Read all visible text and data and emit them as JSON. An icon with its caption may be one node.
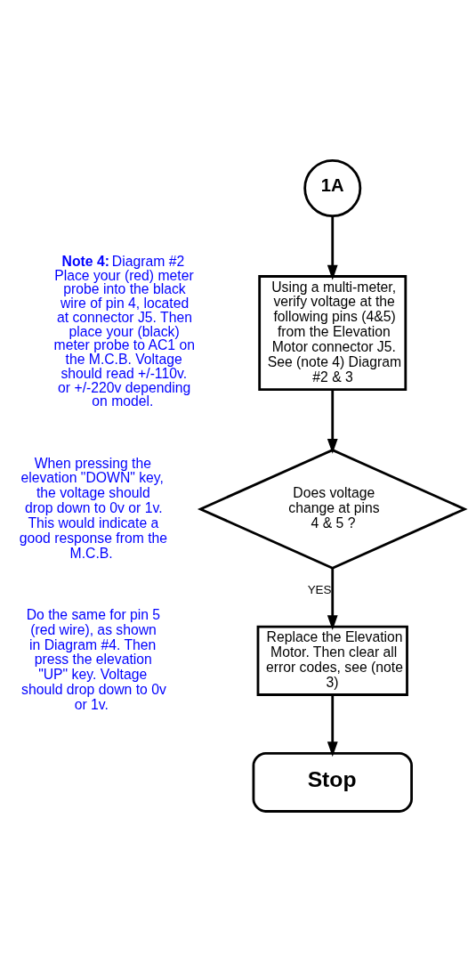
{
  "diagram": {
    "nodes": [
      {
        "text": [
          "1A"
        ]
      },
      {
        "text": [
          "Using a multi-meter, verify voltage at the following pins (4&5) from the Elevation Motor connector J5. See (note 4) Diagram #2 & 3"
        ]
      },
      {
        "text": [
          "Does voltage change at pins 4 & 5 ?"
        ]
      },
      {
        "text": [
          "Replace the Elevation Motor. Then clear all error codes, see (note 3)"
        ]
      },
      {
        "text": [
          "Stop"
        ]
      }
    ],
    "edges": [
      {
        "from": 0,
        "to": 1,
        "arrow": "to"
      },
      {
        "from": 1,
        "to": 2,
        "arrow": "to"
      },
      {
        "from": 2,
        "to": 3,
        "arrow": "to",
        "label": "YES"
      },
      {
        "from": 3,
        "to": 4,
        "arrow": "to"
      }
    ],
    "labels": [
      "**Note 4:** Diagram #2 Place your (red) meter probe into the black wire of pin 4, located at connector J5. Then place your (black) meter probe to AC1 on the M.C.B. Voltage should read +/-110v. or +/-220v depending on model.",
      "When pressing the elevation \"DOWN\" key, the voltage should drop down to 0v or 1v. This would indicate a good response from the M.C.B.",
      "Do the same for pin 5 (red wire), as shown in Diagram #4. Then press the elevation \"UP\" key. Voltage should drop down to 0v or 1v."
    ]
  }
}
